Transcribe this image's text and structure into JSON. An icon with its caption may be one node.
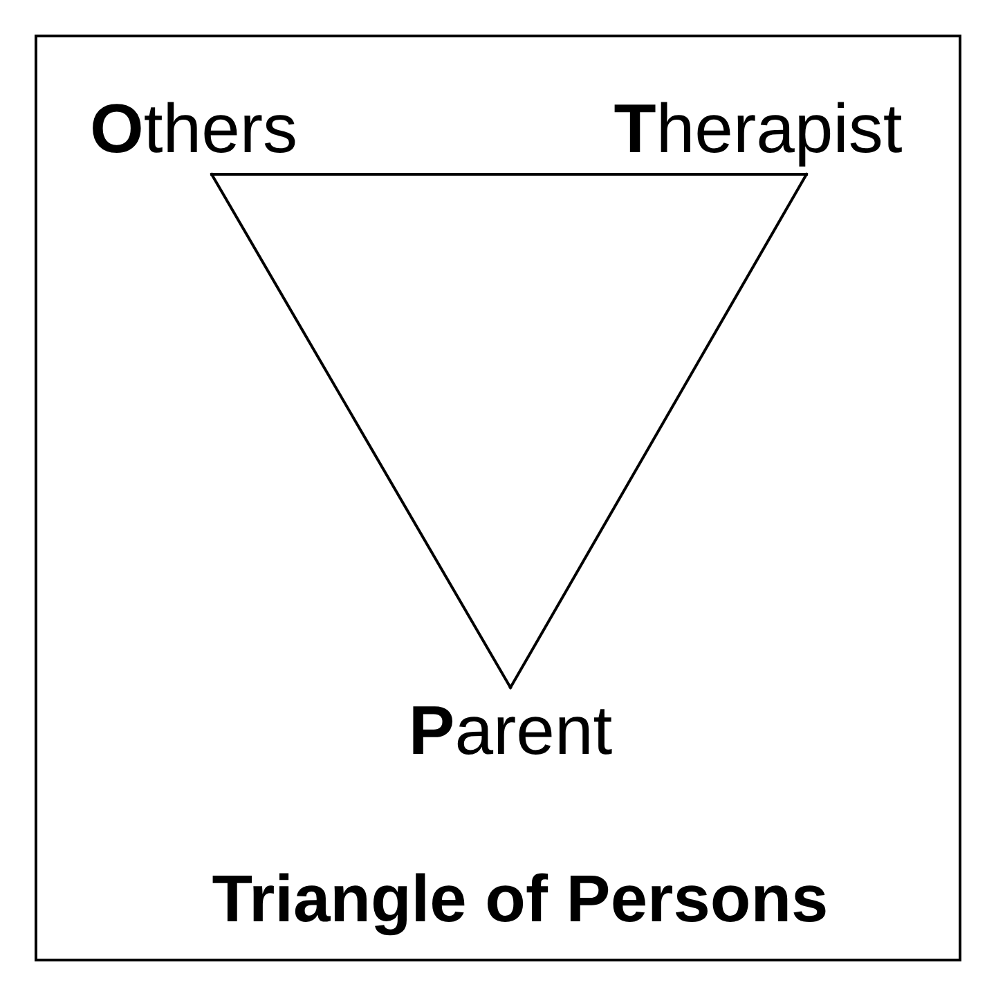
{
  "diagram": {
    "title": "Triangle of Persons",
    "nodes": [
      {
        "text": [
          "**O**thers"
        ]
      },
      {
        "text": [
          "**T**herapist"
        ]
      },
      {
        "text": [
          "**P**arent"
        ]
      }
    ],
    "edges": [
      {
        "from": 0,
        "to": 1,
        "arrow": "none"
      },
      {
        "from": 1,
        "to": 2,
        "arrow": "none"
      },
      {
        "from": 2,
        "to": 0,
        "arrow": "none"
      }
    ]
  }
}
